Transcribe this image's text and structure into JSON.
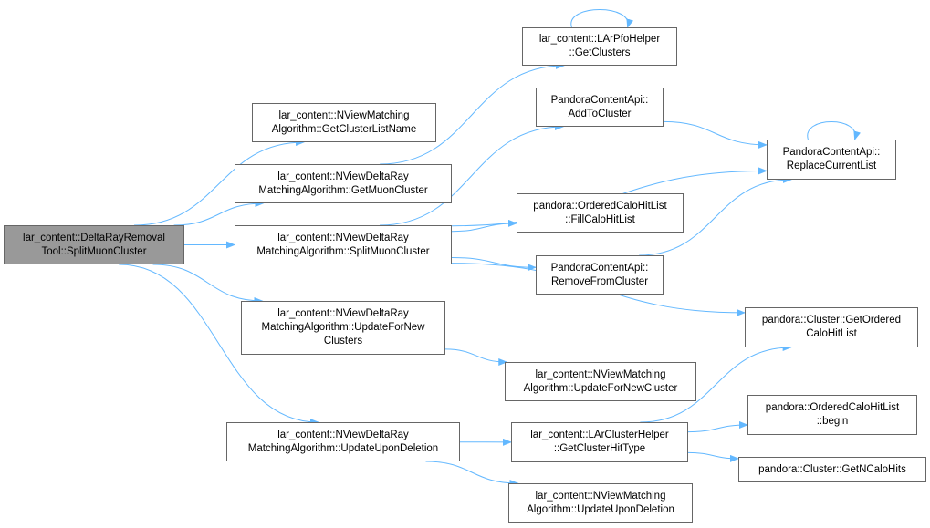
{
  "nodes": {
    "root": {
      "lines": [
        "lar_content::DeltaRayRemoval",
        "Tool::SplitMuonCluster"
      ]
    },
    "n_gcln": {
      "lines": [
        "lar_content::NViewMatching",
        "Algorithm::GetClusterListName"
      ]
    },
    "n_gmc": {
      "lines": [
        "lar_content::NViewDeltaRay",
        "MatchingAlgorithm::GetMuonCluster"
      ]
    },
    "n_smc": {
      "lines": [
        "lar_content::NViewDeltaRay",
        "MatchingAlgorithm::SplitMuonCluster"
      ]
    },
    "n_ufnc": {
      "lines": [
        "lar_content::NViewDeltaRay",
        "MatchingAlgorithm::UpdateForNew",
        "Clusters"
      ]
    },
    "n_uud": {
      "lines": [
        "lar_content::NViewDeltaRay",
        "MatchingAlgorithm::UpdateUponDeletion"
      ]
    },
    "n_pfo": {
      "lines": [
        "lar_content::LArPfoHelper",
        "::GetClusters"
      ]
    },
    "n_atc": {
      "lines": [
        "PandoraContentApi::",
        "AddToCluster"
      ]
    },
    "n_rcl": {
      "lines": [
        "PandoraContentApi::",
        "ReplaceCurrentList"
      ]
    },
    "n_fch": {
      "lines": [
        "pandora::OrderedCaloHitList",
        "::FillCaloHitList"
      ]
    },
    "n_rfc": {
      "lines": [
        "PandoraContentApi::",
        "RemoveFromCluster"
      ]
    },
    "n_goch": {
      "lines": [
        "pandora::Cluster::GetOrdered",
        "CaloHitList"
      ]
    },
    "n_nmfc": {
      "lines": [
        "lar_content::NViewMatching",
        "Algorithm::UpdateForNewCluster"
      ]
    },
    "n_gcht": {
      "lines": [
        "lar_content::LArClusterHelper",
        "::GetClusterHitType"
      ]
    },
    "n_beg": {
      "lines": [
        "pandora::OrderedCaloHitList",
        "::begin"
      ]
    },
    "n_gnch": {
      "lines": [
        "pandora::Cluster::GetNCaloHits"
      ]
    },
    "n_nmud": {
      "lines": [
        "lar_content::NViewMatching",
        "Algorithm::UpdateUponDeletion"
      ]
    }
  },
  "edges": [
    [
      "root",
      "n_gcln"
    ],
    [
      "root",
      "n_gmc"
    ],
    [
      "root",
      "n_smc"
    ],
    [
      "root",
      "n_ufnc"
    ],
    [
      "root",
      "n_uud"
    ],
    [
      "n_gmc",
      "n_pfo"
    ],
    [
      "n_pfo",
      "n_pfo"
    ],
    [
      "n_smc",
      "n_atc"
    ],
    [
      "n_smc",
      "n_rcl"
    ],
    [
      "n_smc",
      "n_fch"
    ],
    [
      "n_smc",
      "n_rfc"
    ],
    [
      "n_smc",
      "n_goch"
    ],
    [
      "n_atc",
      "n_rcl"
    ],
    [
      "n_rfc",
      "n_rcl"
    ],
    [
      "n_rcl",
      "n_rcl"
    ],
    [
      "n_ufnc",
      "n_nmfc"
    ],
    [
      "n_uud",
      "n_gcht"
    ],
    [
      "n_uud",
      "n_nmud"
    ],
    [
      "n_gcht",
      "n_goch"
    ],
    [
      "n_gcht",
      "n_beg"
    ],
    [
      "n_gcht",
      "n_gnch"
    ]
  ],
  "colors": {
    "edge": "#63b8ff",
    "root_fill": "#999999",
    "node_border": "#666666"
  }
}
